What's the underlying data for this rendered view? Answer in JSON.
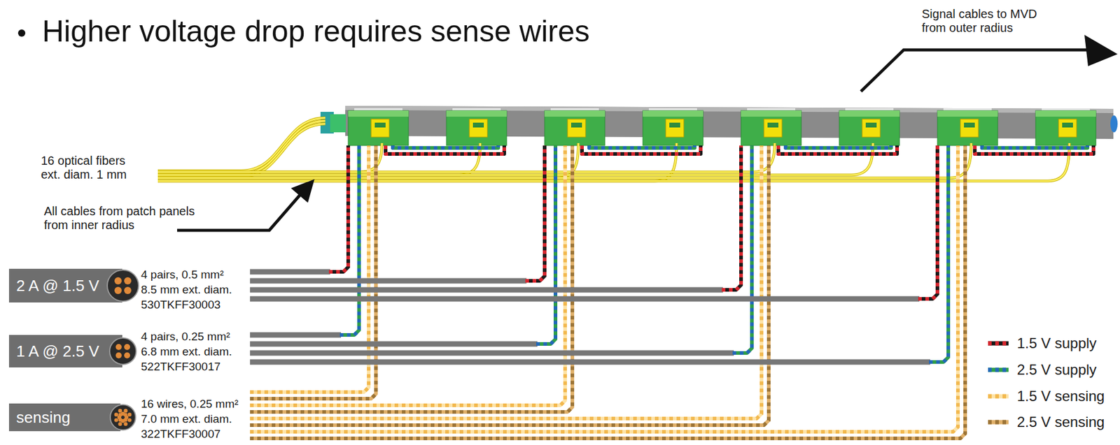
{
  "diagram": {
    "title": "Higher voltage drop requires sense wires",
    "nodes": [
      {
        "text": [
          "2 A @ 1.5 V"
        ]
      },
      {
        "text": [
          "1 A @ 2.5 V"
        ]
      },
      {
        "text": [
          "sensing"
        ]
      }
    ],
    "labels": [
      "Signal cables to MVD from outer radius",
      "16 optical fibers ext. diam. 1 mm",
      "All cables from patch panels from inner radius",
      "4 pairs, 0.5 mm²",
      "8.5 mm ext. diam.",
      "530TKFF30003",
      "4 pairs, 0.25 mm²",
      "6.8 mm ext. diam.",
      "522TKFF30017",
      "16 wires, 0.25 mm²",
      "7.0 mm ext. diam.",
      "322TKFF30007"
    ],
    "legend": [
      {
        "text": "1.5 V supply"
      },
      {
        "text": "2.5 V supply"
      },
      {
        "text": "1.5 V sensing"
      },
      {
        "text": "2.5 V sensing"
      }
    ]
  }
}
